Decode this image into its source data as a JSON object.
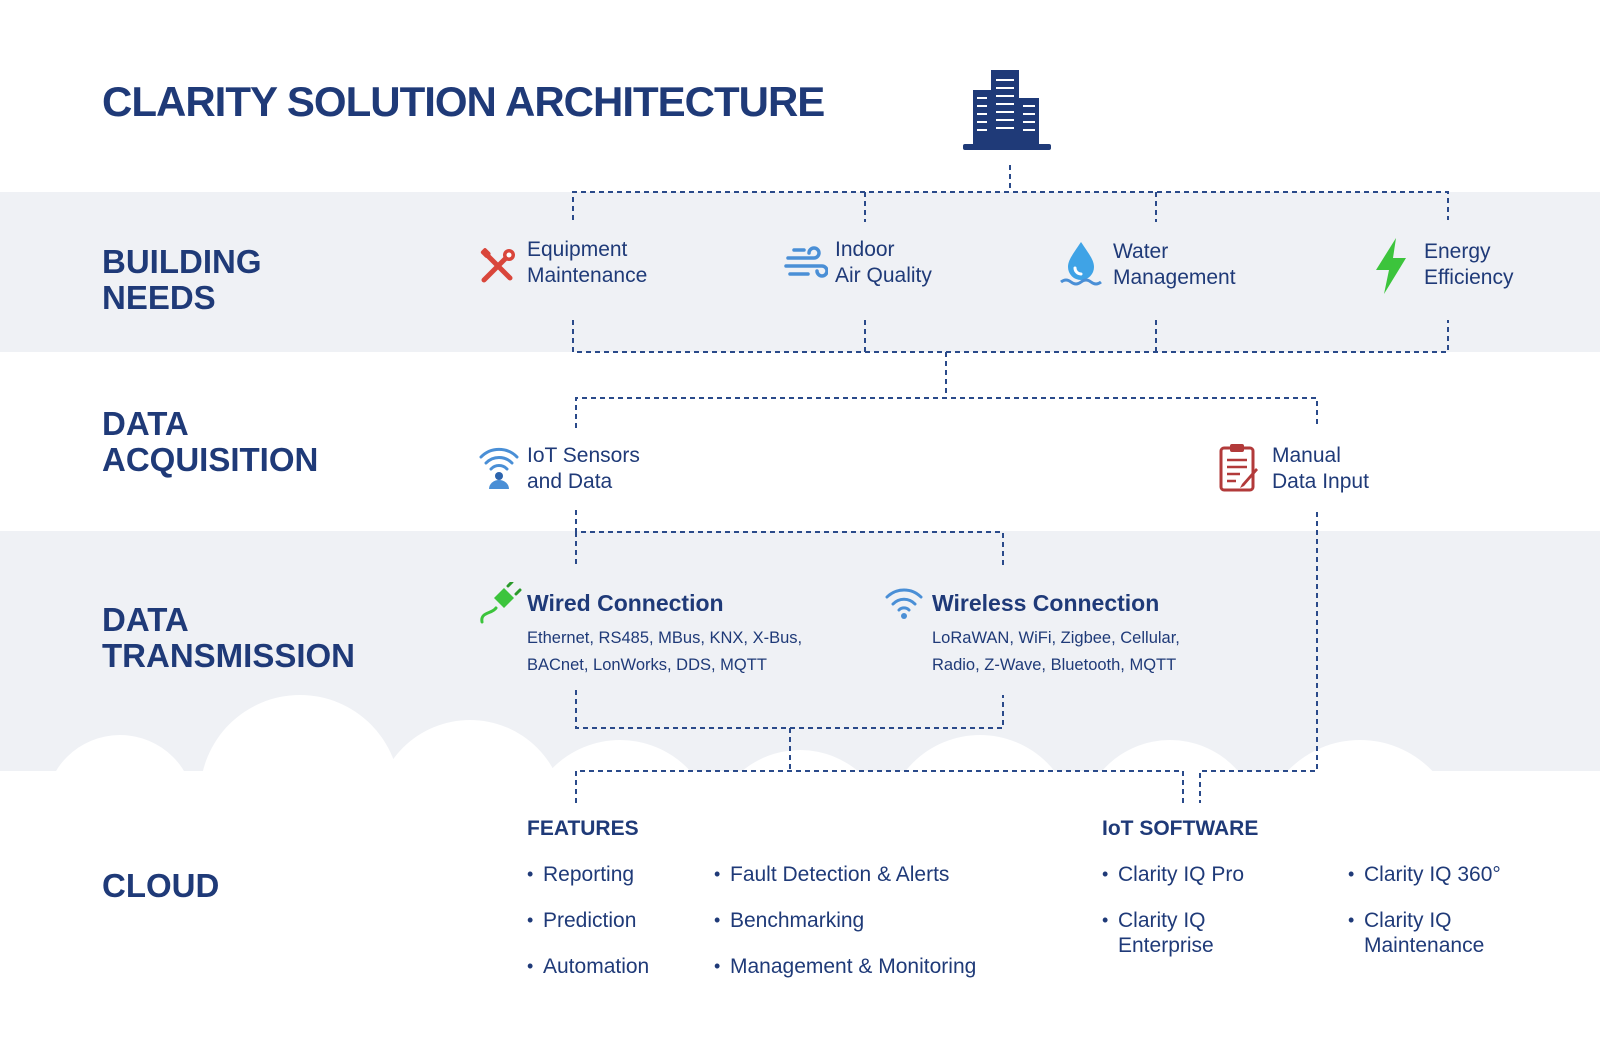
{
  "title": "CLARITY SOLUTION ARCHITECTURE",
  "sections": {
    "building_needs": "BUILDING\nNEEDS",
    "data_acquisition": "DATA\nACQUISITION",
    "data_transmission": "DATA\nTRANSMISSION",
    "cloud": "CLOUD"
  },
  "building_needs": [
    {
      "label": "Equipment\nMaintenance",
      "icon": "tools-icon"
    },
    {
      "label": "Indoor\nAir Quality",
      "icon": "wind-icon"
    },
    {
      "label": "Water\nManagement",
      "icon": "water-drop-icon"
    },
    {
      "label": "Energy\nEfficiency",
      "icon": "lightning-icon"
    }
  ],
  "data_acquisition": [
    {
      "label": "IoT Sensors\nand Data",
      "icon": "iot-sensor-icon"
    },
    {
      "label": "Manual\nData Input",
      "icon": "clipboard-icon"
    }
  ],
  "data_transmission": {
    "wired": {
      "title": "Wired Connection",
      "desc": "Ethernet, RS485, MBus, KNX, X-Bus,\nBACnet, LonWorks, DDS, MQTT",
      "icon": "plug-icon"
    },
    "wireless": {
      "title": "Wireless Connection",
      "desc": "LoRaWAN, WiFi, Zigbee, Cellular,\nRadio, Z-Wave, Bluetooth, MQTT",
      "icon": "wifi-icon"
    }
  },
  "cloud": {
    "features_heading": "FEATURES",
    "features_col1": [
      "Reporting",
      "Prediction",
      "Automation"
    ],
    "features_col2": [
      "Fault Detection & Alerts",
      "Benchmarking",
      "Management & Monitoring"
    ],
    "software_heading": "IoT SOFTWARE",
    "software_col1": [
      "Clarity IQ Pro",
      "Clarity IQ\nEnterprise"
    ],
    "software_col2": [
      "Clarity IQ 360°",
      "Clarity IQ\nMaintenance"
    ]
  },
  "colors": {
    "navy": "#1f3a78",
    "band": "#eff1f5",
    "red": "#d9463b",
    "blue": "#4a8fd6",
    "green": "#3cc43c"
  }
}
